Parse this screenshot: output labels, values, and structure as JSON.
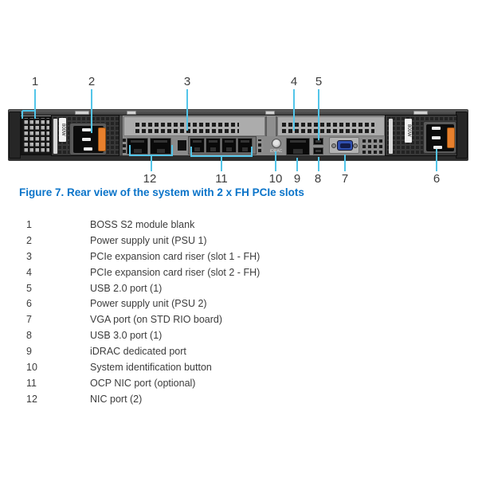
{
  "figure": {
    "caption": "Figure 7. Rear view of the system with 2 x FH PCIe slots"
  },
  "colors": {
    "caption_blue": "#0b74c9",
    "callout_line": "#53c5e9"
  },
  "callouts": {
    "c1": "1",
    "c2": "2",
    "c3": "3",
    "c4": "4",
    "c5": "5",
    "c6": "6",
    "c7": "7",
    "c8": "8",
    "c9": "9",
    "c10": "10",
    "c11": "11",
    "c12": "12"
  },
  "diagram": {
    "psu1_label": "800W",
    "psu2_label": "800W",
    "idrac_label": "iDRAC"
  },
  "legend": {
    "items": [
      {
        "num": "1",
        "desc": "BOSS S2 module blank"
      },
      {
        "num": "2",
        "desc": "Power supply unit (PSU 1)"
      },
      {
        "num": "3",
        "desc": "PCIe expansion card riser (slot 1 - FH)"
      },
      {
        "num": "4",
        "desc": "PCIe expansion card riser (slot 2 - FH)"
      },
      {
        "num": "5",
        "desc": "USB 2.0 port (1)"
      },
      {
        "num": "6",
        "desc": "Power supply unit (PSU 2)"
      },
      {
        "num": "7",
        "desc": "VGA port (on STD RIO board)"
      },
      {
        "num": "8",
        "desc": "USB 3.0 port (1)"
      },
      {
        "num": "9",
        "desc": "iDRAC dedicated port"
      },
      {
        "num": "10",
        "desc": "System identification button"
      },
      {
        "num": "11",
        "desc": "OCP NIC port (optional)"
      },
      {
        "num": "12",
        "desc": "NIC port (2)"
      }
    ]
  }
}
